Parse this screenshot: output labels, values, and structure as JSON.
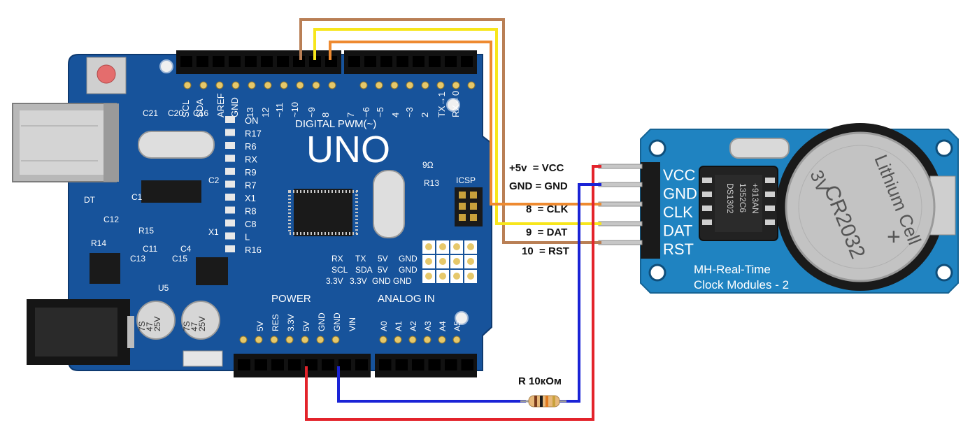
{
  "arduino": {
    "model": "UNO",
    "silk": {
      "digital_header": "DIGITAL PWM(~)",
      "power": "POWER",
      "analog_in": "ANALOG IN",
      "icsp": "ICSP",
      "pin_labels_top": [
        "SCL",
        "SDA",
        "AREF",
        "GND",
        "13",
        "12",
        "~11",
        "~10",
        "~9",
        "8",
        "7",
        "~6",
        "~5",
        "4",
        "~3",
        "2",
        "TX→1",
        "RX←0"
      ],
      "pin_labels_power": [
        "5V",
        "RES",
        "3.3V",
        "5V",
        "GND",
        "GND",
        "VIN"
      ],
      "pin_labels_analog": [
        "A0",
        "A1",
        "A2",
        "A3",
        "A4",
        "A5"
      ],
      "side_labels": [
        "ON",
        "R17",
        "R6",
        "RX",
        "R9",
        "R7",
        "X1",
        "R8",
        "C8",
        "L",
        "R16"
      ],
      "i2c_block": [
        "RX",
        "TX",
        "5V",
        "GND",
        "SCL",
        "SDA",
        "5V",
        "GND",
        "3.3V",
        "3.3V",
        "GND",
        "GND"
      ],
      "caps": [
        "7S",
        "47",
        "25V"
      ],
      "parts": [
        "C21",
        "C20",
        "C16",
        "C1",
        "C12",
        "R15",
        "R14",
        "C11",
        "C4",
        "C13",
        "C15",
        "X1",
        "DT",
        "U5",
        "R13",
        "9Ω",
        "C2"
      ]
    }
  },
  "module": {
    "name_line1": "MH-Real-Time",
    "name_line2": "Clock Modules - 2",
    "pins": [
      "VCC",
      "GND",
      "CLK",
      "DAT",
      "RST"
    ],
    "battery": {
      "model": "CR2032",
      "voltage": "3V",
      "type": "Lithium Cell",
      "sign": "+"
    },
    "chip": [
      "DS1302",
      "1352C6",
      "+913AN"
    ]
  },
  "connections": [
    {
      "label": "+5v  = VCC",
      "color": "#e3232b"
    },
    {
      "label": "GND = GND",
      "color": "#1a23d6"
    },
    {
      "label": "8  = CLK",
      "color": "#ee8a30"
    },
    {
      "label": "9  = DAT",
      "color": "#f7e61c"
    },
    {
      "label": "10  = RST",
      "color": "#b97f55"
    }
  ],
  "resistor": {
    "label": "R 10кОм"
  }
}
